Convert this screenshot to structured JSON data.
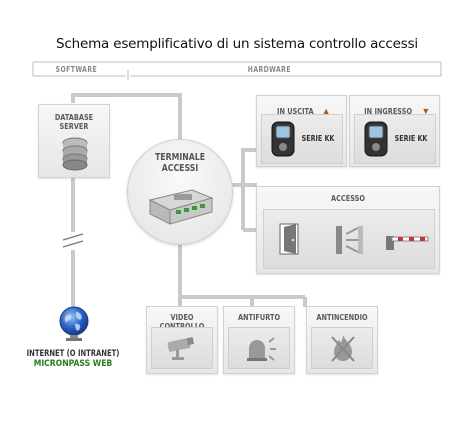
{
  "title": "Schema esemplificativo di un sistema controllo accessi",
  "sections": {
    "software": "SOFTWARE",
    "hardware": "HARDWARE"
  },
  "database": {
    "line1": "DATABASE",
    "line2": "SERVER"
  },
  "terminal": {
    "line1": "TERMINALE",
    "line2": "ACCESSI"
  },
  "uscita": {
    "label": "IN USCITA",
    "device": "SERIE KK"
  },
  "ingresso": {
    "label": "IN INGRESSO",
    "device": "SERIE KK"
  },
  "accesso": {
    "label": "ACCESSO"
  },
  "videocontrollo": {
    "label": "VIDEO CONTROLLO"
  },
  "antifurto": {
    "label": "ANTIFURTO"
  },
  "antincendio": {
    "label": "ANTINCENDIO"
  },
  "internet": {
    "line1": "INTERNET (O INTRANET)",
    "line2": "MICRONPASS WEB"
  },
  "colors": {
    "line": "#c7c7c7",
    "box": "#ececec",
    "accent_green": "#2c7a22",
    "globe": "#2a63c4"
  },
  "icons": [
    "database-icon",
    "terminal-device-icon",
    "badge-reader-icon",
    "arrow-up-icon",
    "arrow-down-icon",
    "door-icon",
    "turnstile-icon",
    "barrier-icon",
    "camera-icon",
    "alarm-light-icon",
    "fire-icon",
    "globe-icon"
  ]
}
